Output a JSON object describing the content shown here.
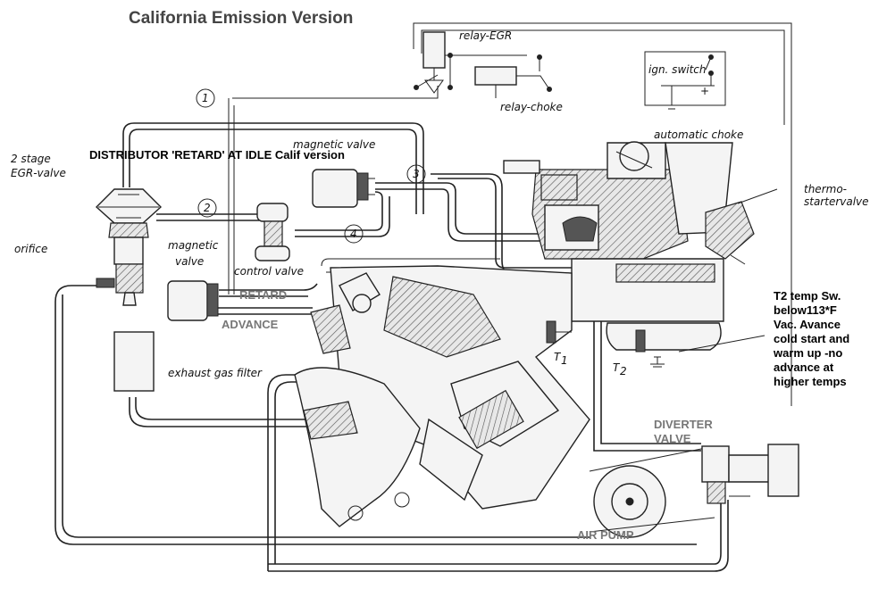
{
  "title": "California Emission Version",
  "note_retard": "DISTRIBUTOR 'RETARD' AT IDLE Calif version",
  "labels": {
    "egr_valve_line1": "2 stage",
    "egr_valve_line2": "EGR-valve",
    "orifice": "orifice",
    "magnetic_valve_left_1": "magnetic",
    "magnetic_valve_left_2": "valve",
    "magnetic_valve_top": "magnetic valve",
    "control_valve": "control valve",
    "exhaust_gas_filter": "exhaust gas filter",
    "relay_egr": "relay-EGR",
    "relay_choke": "relay-choke",
    "ign_switch": "ign. switch",
    "automatic_choke": "automatic choke",
    "thermostart_1": "thermo-",
    "thermostart_2": "startervalve",
    "retard": "RETARD",
    "advance": "ADVANCE",
    "diverter_1": "DIVERTER",
    "diverter_2": "VALVE",
    "air_pump": "AIR PUMP",
    "t1": "T",
    "t1_sub": "1",
    "t2": "T",
    "t2_sub": "2",
    "plus": "+",
    "minus": "-"
  },
  "circle_numbers": [
    "1",
    "2",
    "3",
    "4"
  ],
  "t2_note": [
    "T2 temp Sw.",
    "below113*F",
    "Vac. Avance",
    "cold start and",
    "warm up -no",
    "advance at",
    "higher temps"
  ]
}
